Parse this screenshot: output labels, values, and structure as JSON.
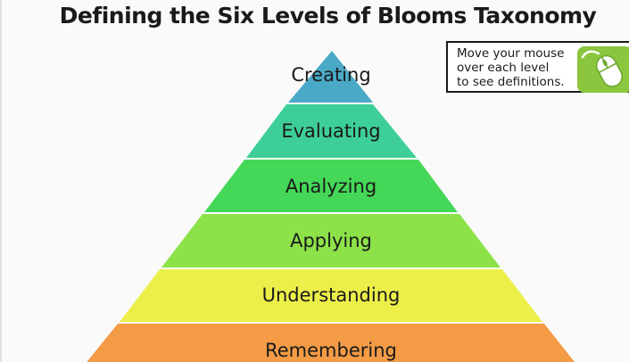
{
  "title": "Defining the Six Levels of Blooms Taxonomy",
  "hint": {
    "lines": [
      "Move your mouse",
      "over each level",
      "to see definitions."
    ],
    "icon": "mouse-icon",
    "icon_color": "#8cc63f"
  },
  "levels": [
    {
      "label": "Creating",
      "color": "#4aa9c7"
    },
    {
      "label": "Evaluating",
      "color": "#3ecf98"
    },
    {
      "label": "Analyzing",
      "color": "#45d858"
    },
    {
      "label": "Applying",
      "color": "#8de24a"
    },
    {
      "label": "Understanding",
      "color": "#ecef4a"
    },
    {
      "label": "Remembering",
      "color": "#f39b45"
    }
  ]
}
